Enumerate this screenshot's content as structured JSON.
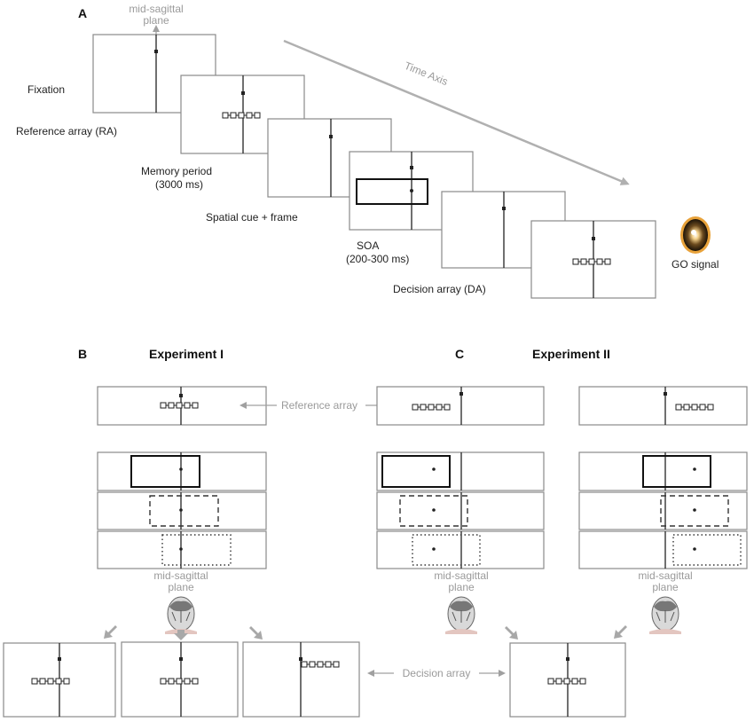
{
  "panel_a": {
    "letter": "A",
    "midsagittal": [
      "mid-sagittal",
      "plane"
    ],
    "time_axis": "Time Axis",
    "labels": {
      "fixation": "Fixation",
      "reference_array": "Reference array (RA)",
      "memory_period": [
        "Memory period",
        "(3000 ms)"
      ],
      "spatial_cue": "Spatial cue + frame",
      "soa": [
        "SOA",
        "(200-300 ms)"
      ],
      "decision_array": "Decision array (DA)",
      "go_signal": "GO signal"
    }
  },
  "panel_b": {
    "letter": "B",
    "title": "Experiment  I",
    "midsagittal": [
      "mid-sagittal",
      "plane"
    ]
  },
  "panel_c": {
    "letter": "C",
    "title": "Experiment  II",
    "midsagittal_left": [
      "mid-sagittal",
      "plane"
    ],
    "midsagittal_right": [
      "mid-sagittal",
      "plane"
    ]
  },
  "shared": {
    "reference_array": "Reference array",
    "decision_array": "Decision array"
  },
  "icons": {
    "speaker": "speaker-icon",
    "head": "head-icon",
    "arrow": "arrow-icon"
  },
  "colors": {
    "frame_gray": "#8a8a8a",
    "arrow_gray": "#b0b0b0",
    "speaker_orange": "#e8a23a"
  }
}
